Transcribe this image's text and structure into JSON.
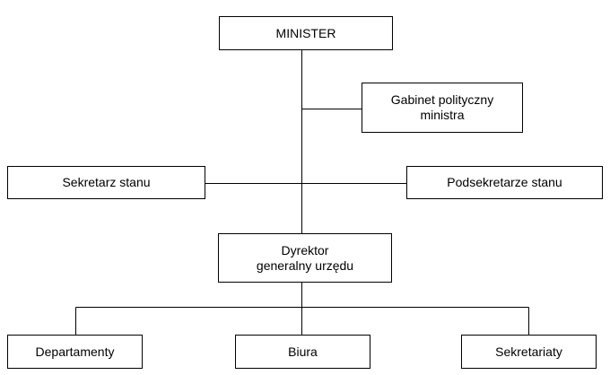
{
  "org_chart": {
    "nodes": {
      "minister": "MINISTER",
      "gabinet": "Gabinet polityczny\nministra",
      "sekretarz_stanu": "Sekretarz stanu",
      "podsekretarze_stanu": "Podsekretarze stanu",
      "dyrektor": "Dyrektor\ngeneralny urzędu",
      "departamenty": "Departamenty",
      "biura": "Biura",
      "sekretariaty": "Sekretariaty"
    },
    "colors": {
      "line": "#000000",
      "box_border": "#000000",
      "box_fill": "#ffffff",
      "text": "#000000"
    }
  }
}
